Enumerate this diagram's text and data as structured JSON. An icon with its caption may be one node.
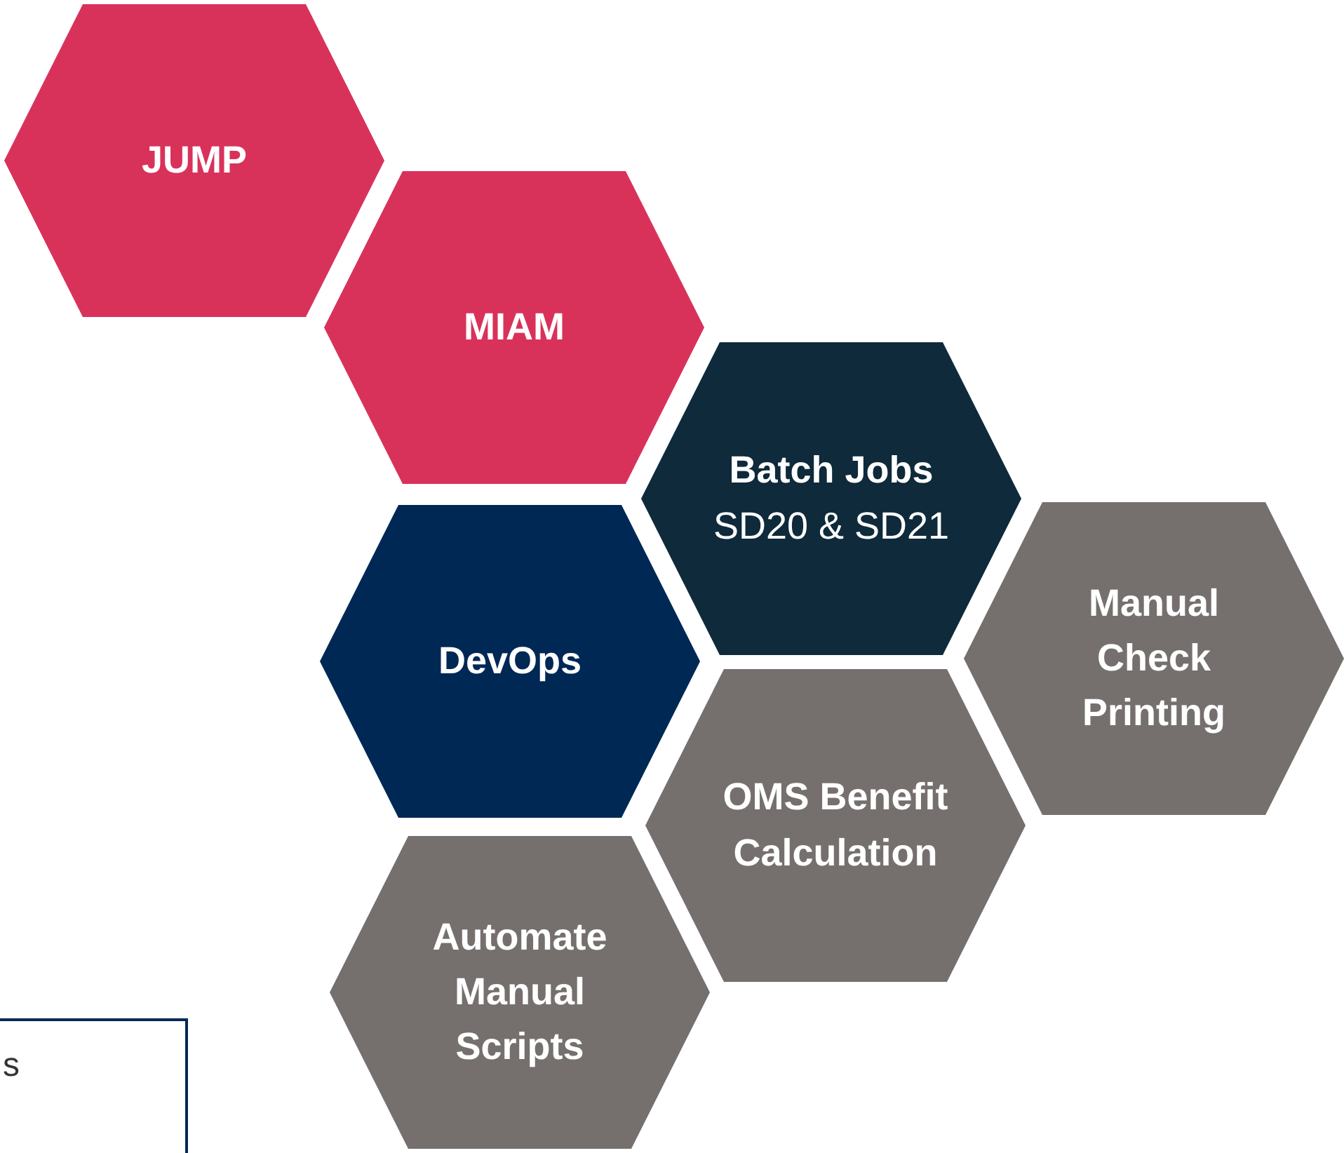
{
  "diagram": {
    "nodes": [
      {
        "text": [
          "JUMP"
        ]
      },
      {
        "text": [
          "MIAM"
        ]
      },
      {
        "text": [
          "Batch Jobs",
          "SD20 & SD21"
        ]
      },
      {
        "text": [
          "DevOps"
        ]
      },
      {
        "text": [
          "Manual Check Printing"
        ]
      },
      {
        "text": [
          "OMS Benefit Calculation"
        ]
      },
      {
        "text": [
          "Automate Manual Scripts"
        ]
      },
      {
        "text": [
          "s"
        ]
      }
    ]
  }
}
